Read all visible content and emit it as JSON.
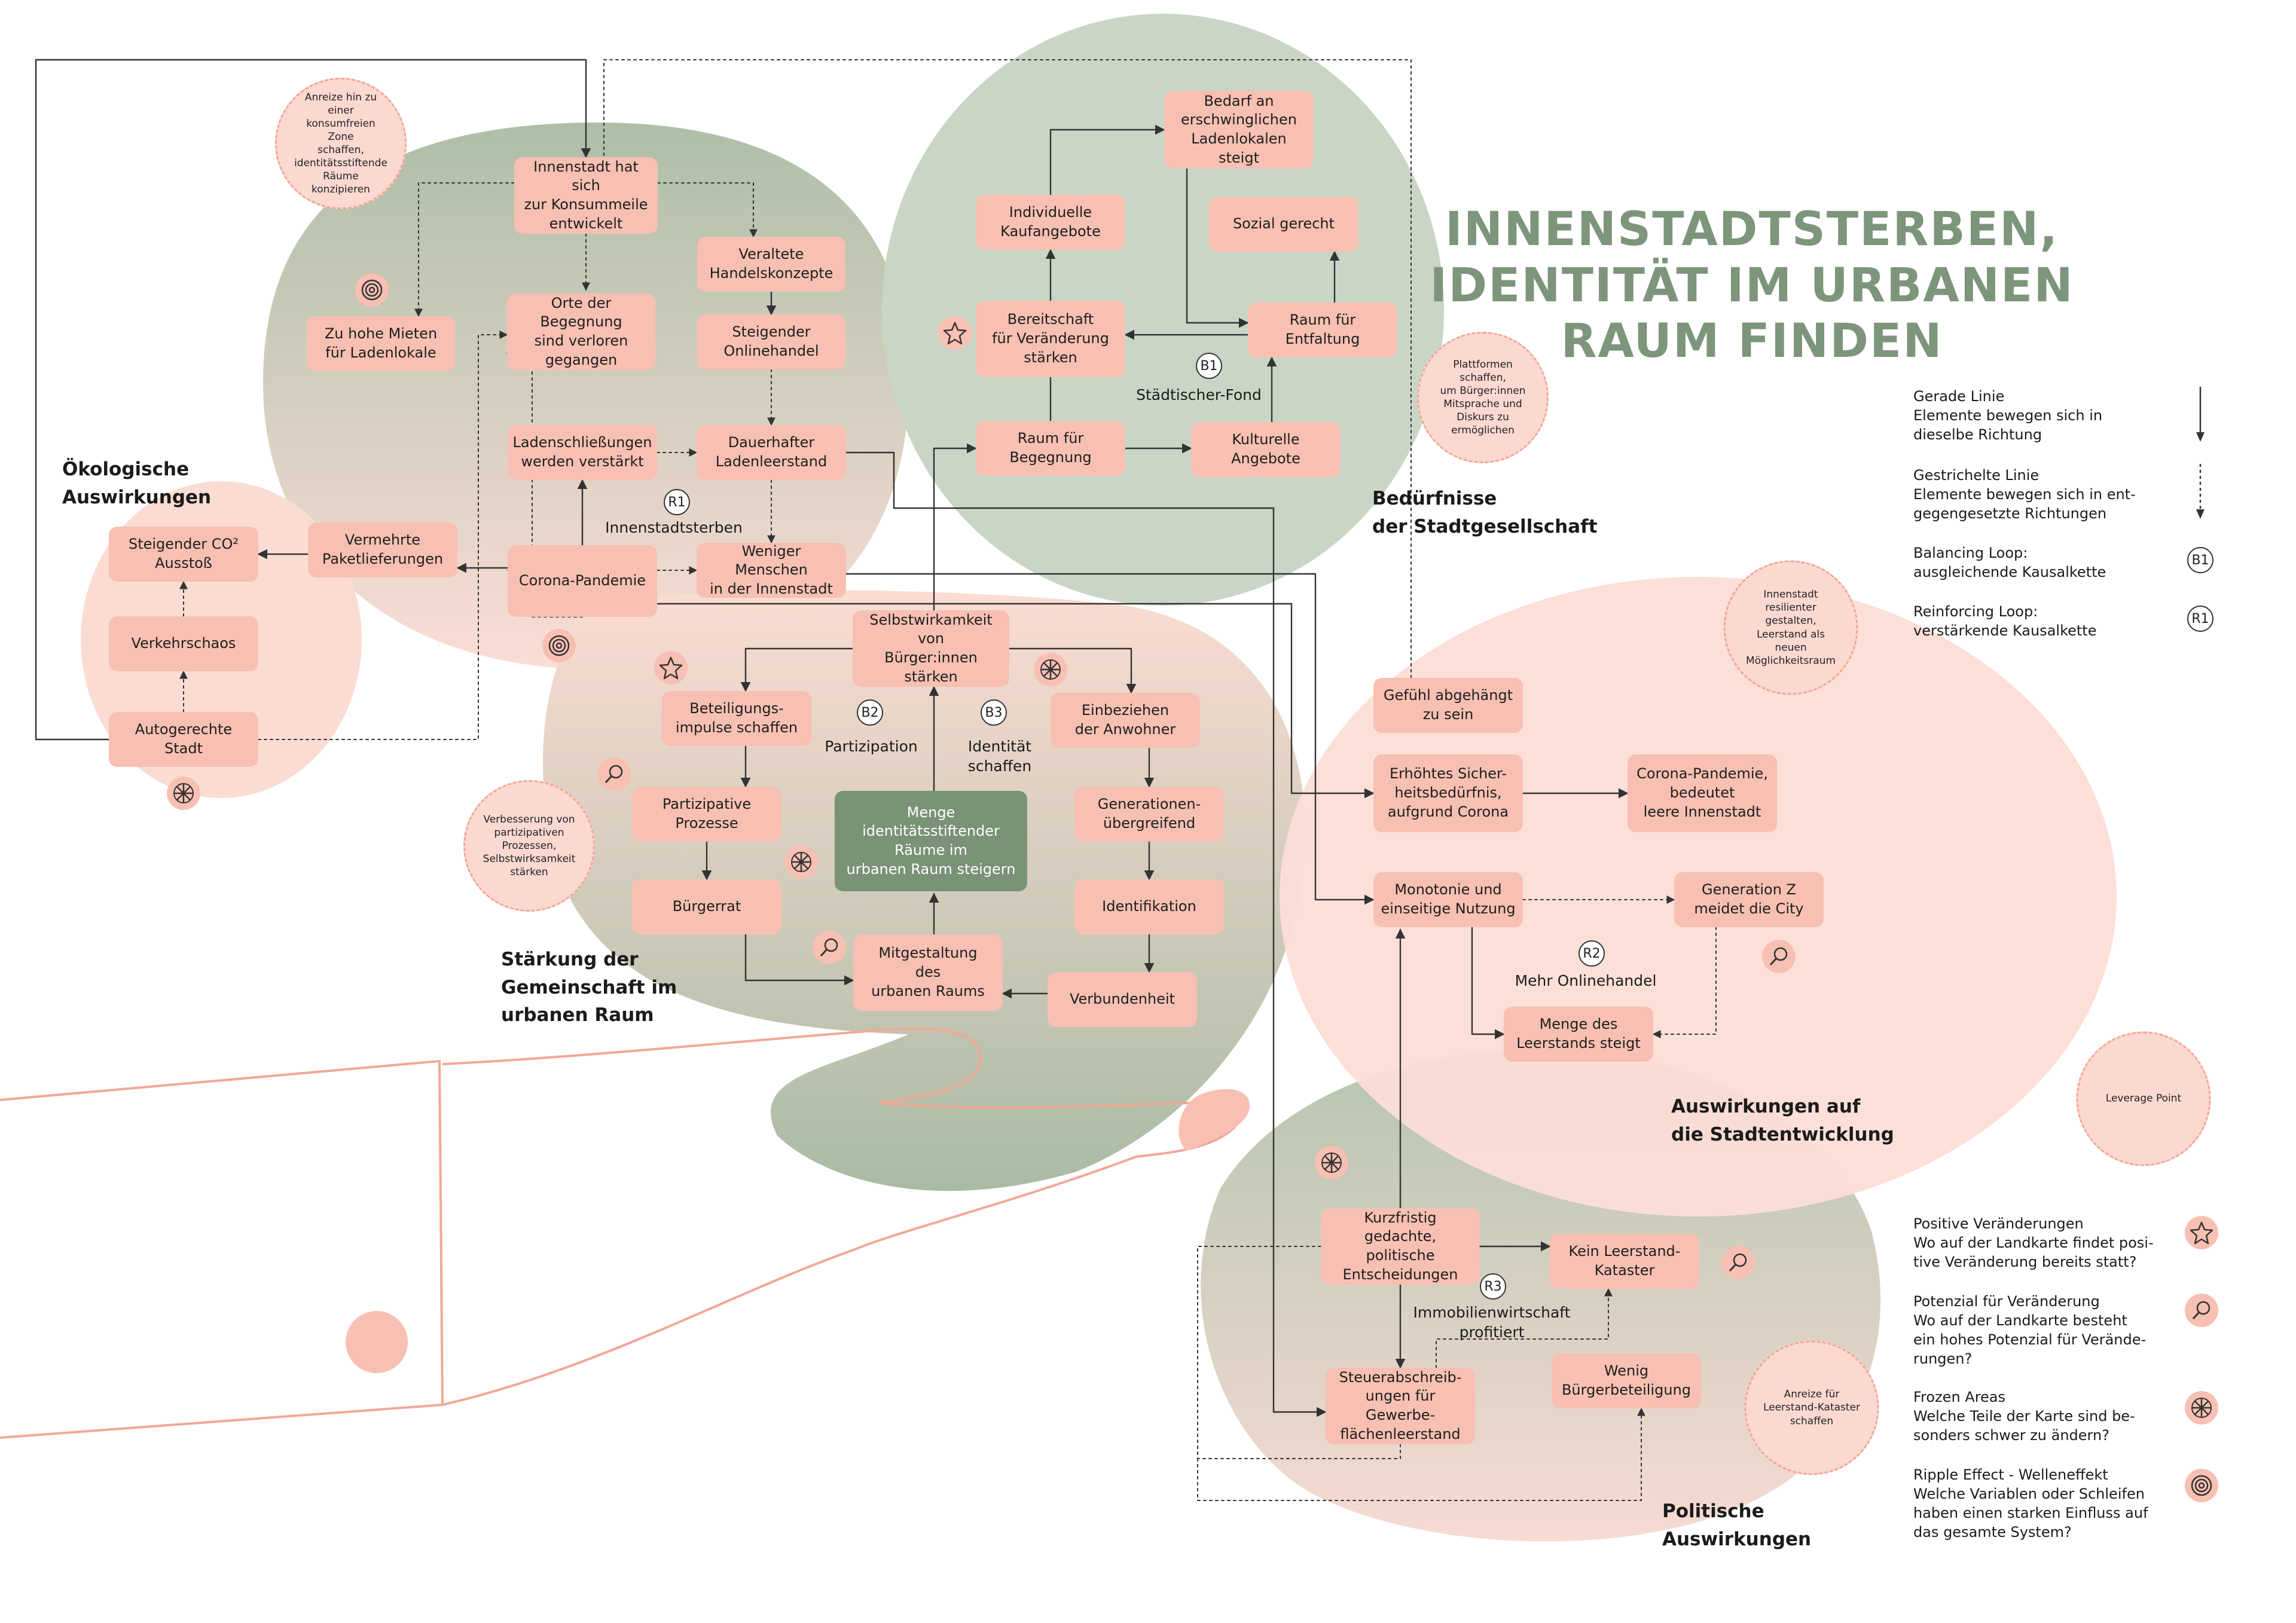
{
  "title": {
    "line1": "INNENSTADTSTERBEN,",
    "line2": "IDENTITÄT IM URBANEN",
    "line3": "RAUM FINDEN"
  },
  "colors": {
    "node": "#f7c0b2",
    "center_node": "#7a9276",
    "green_region": "#a9bba3",
    "pink_region": "#fbdcd3",
    "title": "#7d957b",
    "arrow": "#333333"
  },
  "regions": {
    "oekologisch": "Ökologische\nAuswirkungen",
    "gemeinschaft": "Stärkung der\nGemeinschaft im\nurbanen Raum",
    "beduerfnisse": "Bedürfnisse\nder Stadtgesellschaft",
    "stadtentwicklung": "Auswirkungen auf\ndie Stadtentwicklung",
    "politisch": "Politische\nAuswirkungen"
  },
  "nodes": {
    "konsummeile": "Innenstadt hat sich\nzur Konsummeile\nentwickelt",
    "hohe_mieten": "Zu hohe Mieten\nfür Ladenlokale",
    "orte_begegnung": "Orte der Begegnung\nsind verloren\ngegangen",
    "veraltete_handelskonzepte": "Veraltete\nHandelskonzepte",
    "onlinehandel": "Steigender\nOnlinehandel",
    "ladenschliessungen": "Ladenschließungen\nwerden verstärkt",
    "ladenleerstand": "Dauerhafter\nLadenleerstand",
    "corona": "Corona-Pandemie",
    "weniger_menschen": "Weniger Menschen\nin der Innenstadt",
    "paketlieferungen": "Vermehrte\nPaketlieferungen",
    "co2": "Steigender CO² Ausstoß",
    "verkehrschaos": "Verkehrschaos",
    "autogerecht": "Autogerechte\nStadt",
    "bedarf_ladenlokale": "Bedarf an\nerschwinglichen\nLadenlokalen steigt",
    "kaufangebote": "Individuelle\nKaufangebote",
    "sozial_gerecht": "Sozial gerecht",
    "bereitschaft": "Bereitschaft\nfür Veränderung\nstärken",
    "raum_entfaltung": "Raum für\nEntfaltung",
    "raum_begegnung": "Raum für\nBegegnung",
    "kulturelle_angebote": "Kulturelle\nAngebote",
    "selbstwirksamkeit": "Selbstwirkamkeit von\nBürger:innen\nstärken",
    "beteiligungsimpulse": "Beteiligungs-\nimpulse schaffen",
    "anwohner": "Einbeziehen\nder Anwohner",
    "partizipative_prozesse": "Partizipative\nProzesse",
    "menge_raeume": "Menge\nidentitätsstiftender\nRäume im\nurbanen Raum steigern",
    "generationen": "Generationen-\nübergreifend",
    "buergerrat": "Bürgerrat",
    "identifikation": "Identifikation",
    "mitgestaltung": "Mitgestaltung\ndes\nurbanen Raums",
    "verbundenheit": "Verbundenheit",
    "abgehaengt": "Gefühl abgehängt\nzu sein",
    "sicherheit": "Erhöhtes Sicher-\nheitsbedürfnis,\naufgrund Corona",
    "leere_innenstadt": "Corona-Pandemie,\nbedeutet\nleere Innenstadt",
    "monotonie": "Monotonie und\neinseitige Nutzung",
    "generation_z": "Generation Z\nmeidet die City",
    "menge_leerstand": "Menge des\nLeerstands steigt",
    "kurzfristig": "Kurzfristig gedachte,\npolitische\nEntscheidungen",
    "kataster": "Kein Leerstand-\nKataster",
    "steuerabschreibungen": "Steuerabschreib-\nungen für Gewerbe-\nflächenleerstand",
    "wenig_beteiligung": "Wenig\nBürgerbeteiligung"
  },
  "loops": {
    "r1": {
      "badge": "R1",
      "label": "Innenstadtsterben"
    },
    "b1": {
      "badge": "B1",
      "label": "Städtischer-Fond"
    },
    "b2": {
      "badge": "B2",
      "label": "Partizipation"
    },
    "b3": {
      "badge": "B3",
      "label": "Identität\nschaffen"
    },
    "r2": {
      "badge": "R2",
      "label": "Mehr Onlinehandel"
    },
    "r3": {
      "badge": "R3",
      "label": "Immobilienwirtschaft\nprofitiert"
    }
  },
  "notes": {
    "konsumfrei": "Anreize hin zu einer\nkonsumfreien Zone\nschaffen,\nidentitätsstiftende\nRäume konzipieren",
    "plattformen": "Plattformen schaffen,\num Bürger:innen\nMitsprache und\nDiskurs zu\nermöglichen",
    "resilient": "Innenstadt resilienter\ngestalten,\nLeerstand als\nneuen\nMöglichkeitsraum",
    "partizipation": "Verbesserung von\npartizipativen\nProzessen,\nSelbstwirksamkeit\nstärken",
    "kataster_anreiz": "Anreize für\nLeerstand-Kataster\nschaffen",
    "leverage": "Leverage Point"
  },
  "legend": {
    "solid": "Gerade Linie\nElemente bewegen sich in\ndieselbe Richtung",
    "dashed": "Gestrichelte Linie\nElemente bewegen sich in ent-\ngegengesetzte Richtungen",
    "balancing": "Balancing Loop:\nausgleichende Kausalkette",
    "balancing_badge": "B1",
    "reinforcing": "Reinforcing Loop:\nverstärkende Kausalkette",
    "reinforcing_badge": "R1",
    "positive": "Positive Veränderungen\nWo auf der Landkarte findet posi-\ntive Veränderung bereits statt?",
    "potenzial": "Potenzial für Veränderung\nWo auf der Landkarte besteht\nein hohes Potenzial für Verände-\nrungen?",
    "frozen": "Frozen Areas\nWelche Teile der Karte sind be-\nsonders schwer zu ändern?",
    "ripple": "Ripple Effect - Welleneffekt\nWelche Variablen oder Schleifen\nhaben einen starken Einfluss auf\ndas gesamte System?"
  },
  "icons": [
    "star-icon",
    "magnifier-icon",
    "snowflake-icon",
    "ripple-icon",
    "loop-arrow-icon"
  ]
}
